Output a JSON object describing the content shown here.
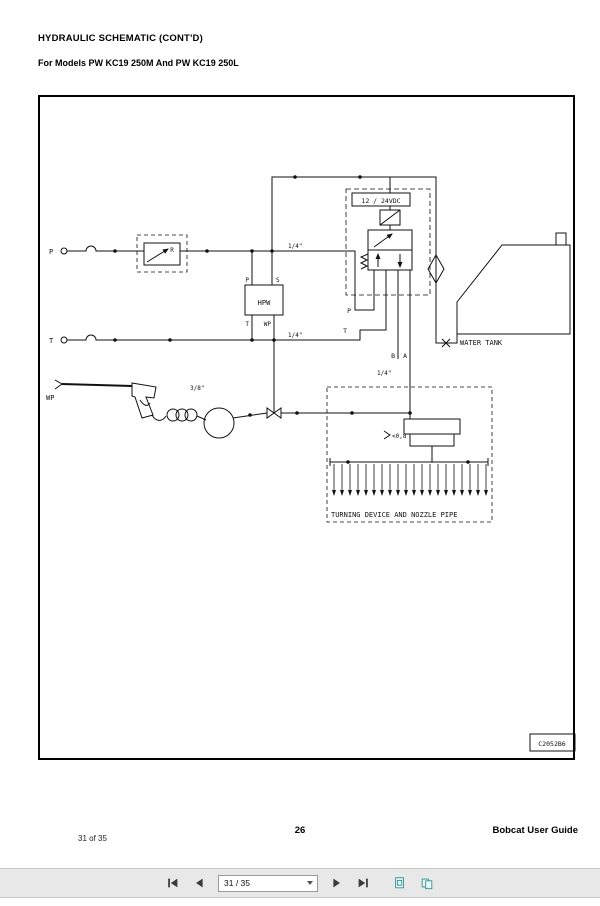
{
  "page": {
    "title": "HYDRAULIC SCHEMATIC (CONT'D)",
    "subtitle": "For Models PW KC19 250M And PW KC19 250L",
    "footer_page_label": "31 of 35",
    "footer_page_number": "26",
    "footer_doc_name": "Bobcat User Guide"
  },
  "schematic": {
    "drawing_code": "C2052B6",
    "labels": {
      "left_p": "P",
      "left_t": "T",
      "left_wp": "WP",
      "regulator_r": "R",
      "hpw": "HPW",
      "hpw_p": "P",
      "hpw_s": "S",
      "hpw_t": "T",
      "hpw_wp": "WP",
      "voltage": "12 / 24VDC",
      "valve_p": "P",
      "valve_t": "T",
      "valve_b": "B",
      "valve_a": "A",
      "quarter_inch_top": "1/4\"",
      "quarter_inch_bottom": "1/4\"",
      "quarter_inch_valve": "1/4\"",
      "hose_three_eighths": "3/8\"",
      "orifice": "<0,8",
      "water_tank": "WATER TANK",
      "turning_device": "TURNING DEVICE AND NOZZLE PIPE"
    }
  },
  "toolbar": {
    "page_input": "31 / 35",
    "icons": [
      "first-page",
      "previous-page",
      "next-page",
      "last-page",
      "fit-page",
      "fit-width"
    ]
  }
}
